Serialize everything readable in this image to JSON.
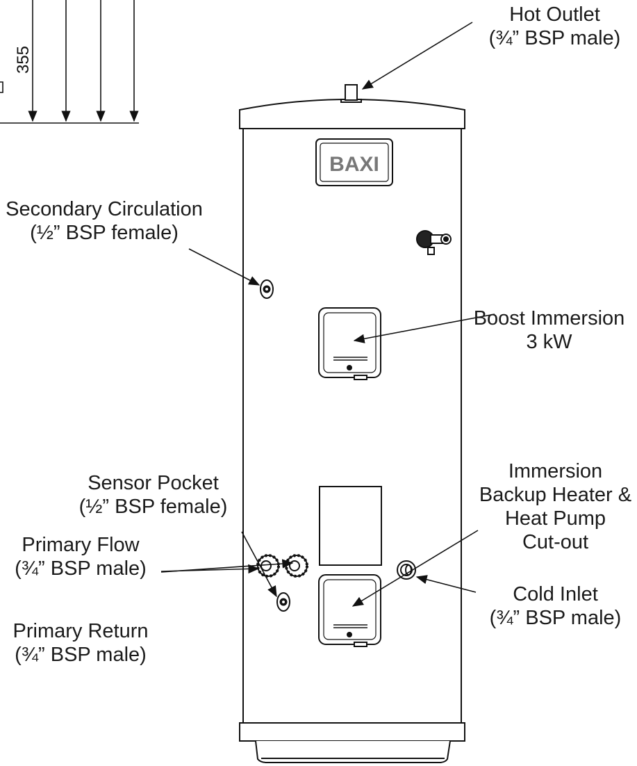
{
  "diagram": {
    "dimension": "355",
    "logo": "BAXI",
    "labels": {
      "hot_outlet": {
        "line1": "Hot Outlet",
        "line2": "(¾” BSP male)"
      },
      "secondary_circulation": {
        "line1": "Secondary Circulation",
        "line2": "(½” BSP female)"
      },
      "boost_immersion": {
        "line1": "Boost Immersion",
        "line2": "3 kW"
      },
      "immersion_backup": {
        "line1": "Immersion",
        "line2": "Backup Heater &",
        "line3": "Heat Pump",
        "line4": "Cut-out"
      },
      "sensor_pocket": {
        "line1": "Sensor Pocket",
        "line2": "(½” BSP female)"
      },
      "primary_flow": {
        "line1": "Primary Flow",
        "line2": "(¾” BSP male)"
      },
      "cold_inlet": {
        "line1": "Cold Inlet",
        "line2": "(¾” BSP male)"
      },
      "primary_return": {
        "line1": "Primary Return",
        "line2": "(¾” BSP male)"
      }
    }
  }
}
